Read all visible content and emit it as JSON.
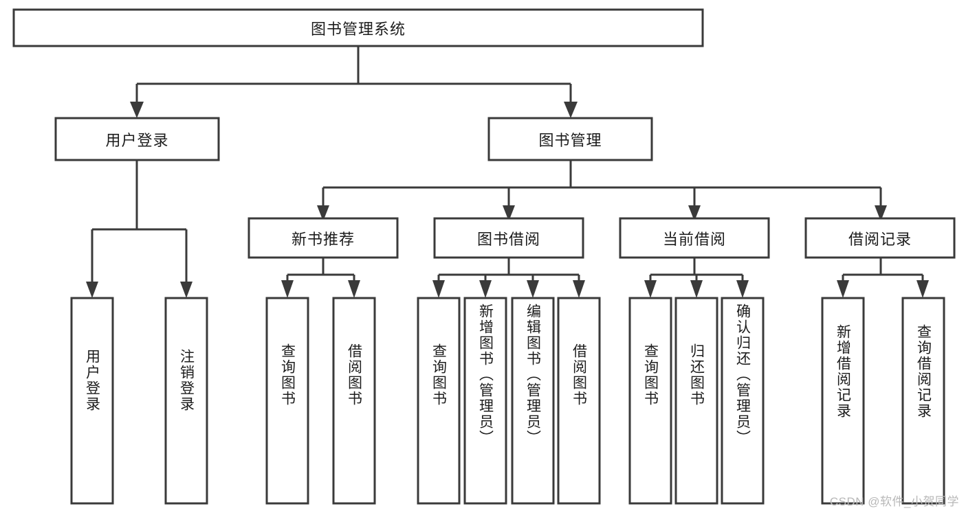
{
  "diagram": {
    "title": "图书管理系统",
    "type": "hierarchy-tree",
    "watermark": "CSDN @软件_小贺同学",
    "colors": {
      "stroke": "#3a3a3a",
      "fill": "#ffffff",
      "text": "#1c1c1c",
      "watermark": "#b8b8b8"
    },
    "levels": {
      "root": {
        "label": "图书管理系统"
      },
      "level2": [
        {
          "id": "user-login",
          "label": "用户登录"
        },
        {
          "id": "book-management",
          "label": "图书管理"
        }
      ],
      "level3": [
        {
          "id": "new-book-recommend",
          "label": "新书推荐",
          "parent": "book-management"
        },
        {
          "id": "book-borrow",
          "label": "图书借阅",
          "parent": "book-management"
        },
        {
          "id": "current-borrow",
          "label": "当前借阅",
          "parent": "book-management"
        },
        {
          "id": "borrow-record",
          "label": "借阅记录",
          "parent": "book-management"
        }
      ],
      "leaves": {
        "user-login": [
          {
            "id": "leaf-user-login",
            "label": "用户登录"
          },
          {
            "id": "leaf-user-logout",
            "label": "注销登录"
          }
        ],
        "new-book-recommend": [
          {
            "id": "leaf-query-book-1",
            "label": "查询图书"
          },
          {
            "id": "leaf-borrow-book-1",
            "label": "借阅图书"
          }
        ],
        "book-borrow": [
          {
            "id": "leaf-query-book-2",
            "label": "查询图书"
          },
          {
            "id": "leaf-add-book",
            "label": "新增图书（管理员）"
          },
          {
            "id": "leaf-edit-book",
            "label": "编辑图书（管理员）"
          },
          {
            "id": "leaf-borrow-book-2",
            "label": "借阅图书"
          }
        ],
        "current-borrow": [
          {
            "id": "leaf-query-book-3",
            "label": "查询图书"
          },
          {
            "id": "leaf-return-book",
            "label": "归还图书"
          },
          {
            "id": "leaf-confirm-return",
            "label": "确认归还（管理员）"
          }
        ],
        "borrow-record": [
          {
            "id": "leaf-add-record",
            "label": "新增借阅记录"
          },
          {
            "id": "leaf-query-record",
            "label": "查询借阅记录"
          }
        ]
      }
    }
  }
}
